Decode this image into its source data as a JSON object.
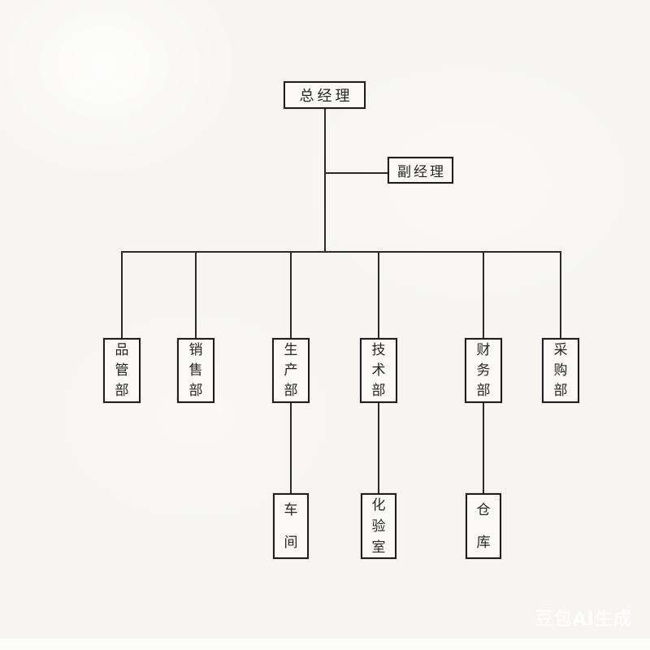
{
  "diagram": {
    "type": "org-chart",
    "nodes": {
      "root": {
        "label": "总经理"
      },
      "deputy": {
        "label": "副经理"
      },
      "departments": [
        {
          "label": "品管部"
        },
        {
          "label": "销售部"
        },
        {
          "label": "生产部"
        },
        {
          "label": "技术部"
        },
        {
          "label": "财务部"
        },
        {
          "label": "采购部"
        }
      ],
      "subunits": [
        {
          "label": "车间"
        },
        {
          "label": "化验室"
        },
        {
          "label": "仓库"
        }
      ]
    },
    "edges": [
      {
        "from": "总经理",
        "to": "副经理"
      },
      {
        "from": "总经理",
        "to": "品管部"
      },
      {
        "from": "总经理",
        "to": "销售部"
      },
      {
        "from": "总经理",
        "to": "生产部"
      },
      {
        "from": "总经理",
        "to": "技术部"
      },
      {
        "from": "总经理",
        "to": "财务部"
      },
      {
        "from": "总经理",
        "to": "采购部"
      },
      {
        "from": "生产部",
        "to": "车间"
      },
      {
        "from": "技术部",
        "to": "化验室"
      },
      {
        "from": "财务部",
        "to": "仓库"
      }
    ]
  },
  "watermark": {
    "text": "豆包AI生成"
  },
  "colors": {
    "background": "#f6f5f2",
    "line": "#2a2a2a",
    "box_border": "#1e1e1e",
    "box_fill": "#fbfaf8",
    "text": "#262626",
    "watermark": "#ffffff"
  }
}
